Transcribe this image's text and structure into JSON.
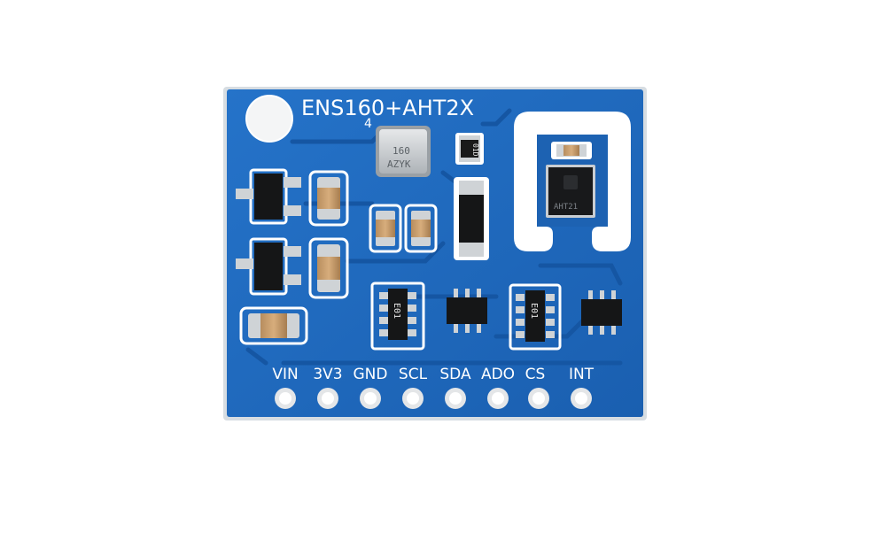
{
  "board": {
    "title": "ENS160+AHT2X",
    "pins": [
      "VIN",
      "3V3",
      "GND",
      "SCL",
      "SDA",
      "ADO",
      "CS",
      "INT"
    ]
  },
  "chips": {
    "ens160_marking_line1": "160",
    "ens160_marking_line2": "AZYK",
    "aht_marking": "AHT21",
    "resistor_marking": "01D",
    "array_left_marking": "E01",
    "array_right_marking": "E01"
  },
  "colors": {
    "pcb": "#1a63b8",
    "pcb_light": "#2a74c6",
    "trace": "#1658a6",
    "silkscreen": "#ffffff",
    "pad": "#cfd3d6"
  }
}
